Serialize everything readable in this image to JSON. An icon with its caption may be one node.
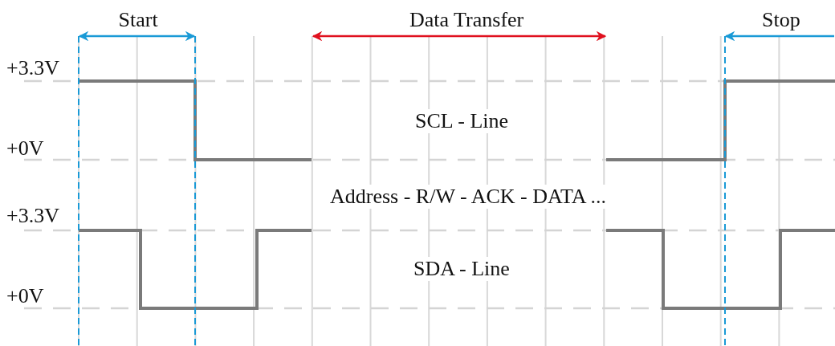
{
  "diagram": {
    "labels": [
      "Start",
      "Data Transfer",
      "Stop",
      "+3.3V",
      "SCL - Line",
      "+0V",
      "Address - R/W - ACK - DATA ...",
      "+3.3V",
      "SDA - Line",
      "+0V"
    ]
  }
}
